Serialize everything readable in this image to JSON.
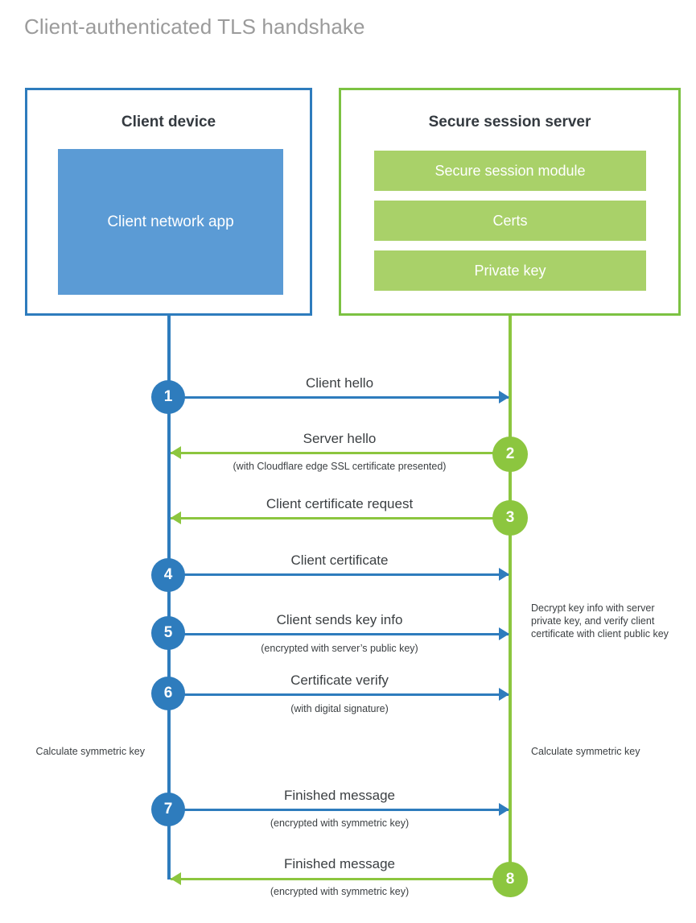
{
  "title": "Client-authenticated TLS handshake",
  "colors": {
    "client_blue": "#2e7cbd",
    "client_app_fill": "#5b9bd5",
    "server_green": "#7cc242",
    "server_line_green": "#8cc63f",
    "server_bar_fill": "#a9d169",
    "title_gray": "#9b9b9b",
    "text_dark": "#3c4043"
  },
  "client": {
    "title": "Client device",
    "app_label": "Client network app"
  },
  "server": {
    "title": "Secure session server",
    "components": [
      "Secure session module",
      "Certs",
      "Private key"
    ]
  },
  "steps": [
    {
      "number": "1",
      "side": "client",
      "direction": "right",
      "label": "Client hello",
      "sub": ""
    },
    {
      "number": "2",
      "side": "server",
      "direction": "left",
      "label": "Server hello",
      "sub": "(with Cloudflare edge SSL certificate presented)"
    },
    {
      "number": "3",
      "side": "server",
      "direction": "left",
      "label": "Client certificate request",
      "sub": ""
    },
    {
      "number": "4",
      "side": "client",
      "direction": "right",
      "label": "Client certificate",
      "sub": ""
    },
    {
      "number": "5",
      "side": "client",
      "direction": "right",
      "label": "Client sends key info",
      "sub": "(encrypted with server’s public key)"
    },
    {
      "number": "6",
      "side": "client",
      "direction": "right",
      "label": "Certificate verify",
      "sub": "(with digital signature)"
    },
    {
      "number": "7",
      "side": "client",
      "direction": "right",
      "label": "Finished message",
      "sub": "(encrypted with symmetric key)"
    },
    {
      "number": "8",
      "side": "server",
      "direction": "left",
      "label": "Finished message",
      "sub": "(encrypted with symmetric key)"
    }
  ],
  "notes": {
    "server_decrypt": "Decrypt key info with server private key, and verify client certificate with client public key",
    "client_calculate": "Calculate symmetric key",
    "server_calculate": "Calculate symmetric key"
  }
}
